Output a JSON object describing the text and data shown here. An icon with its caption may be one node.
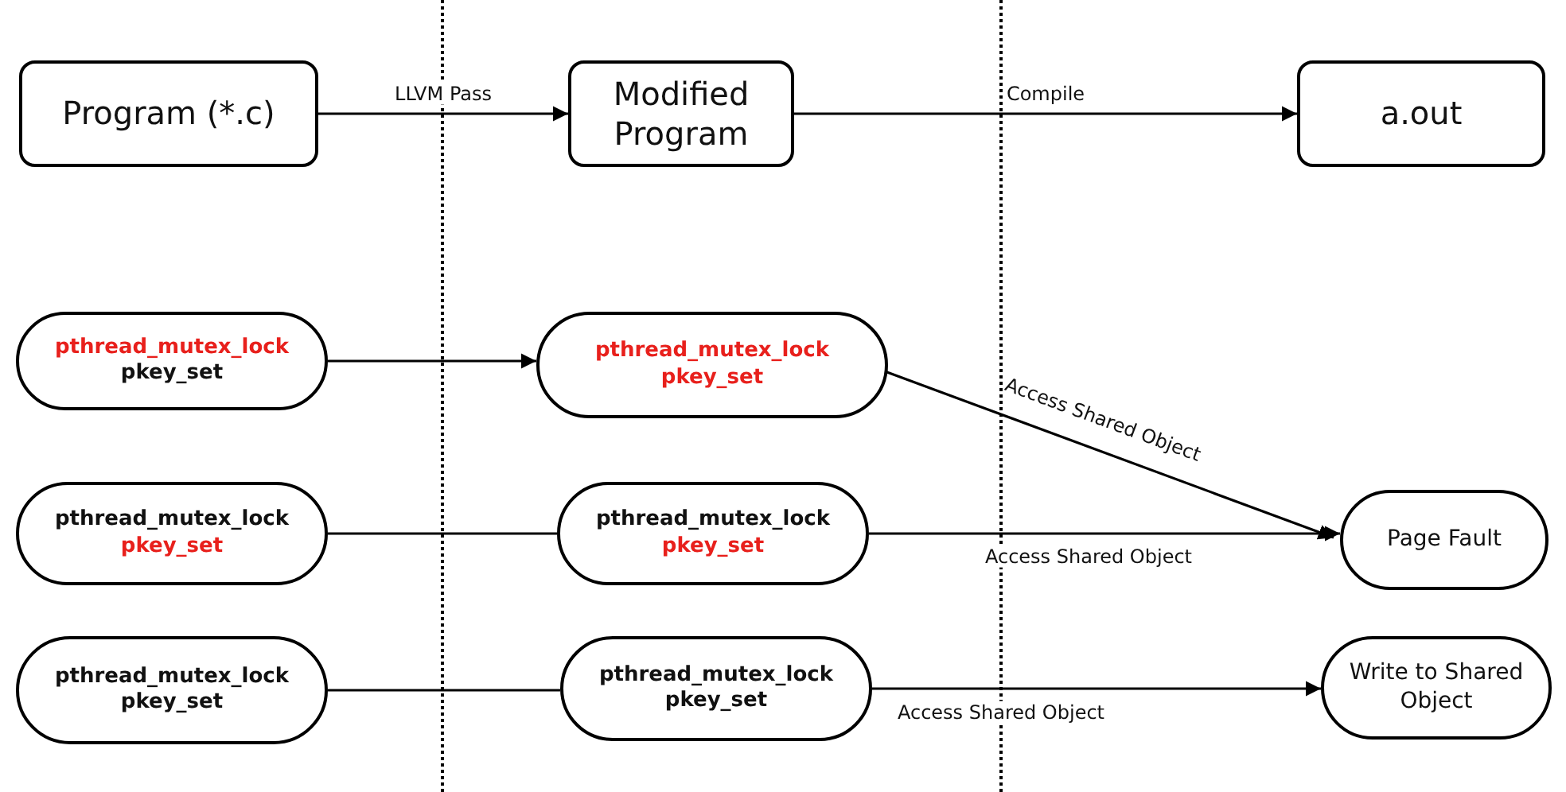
{
  "diagram": {
    "nodes": [
      {
        "text": [
          "Program (*.c)"
        ]
      },
      {
        "text": [
          "Modified Program"
        ]
      },
      {
        "text": [
          "a.out"
        ]
      },
      {
        "text": [
          "pthread_mutex_lock",
          "pkey_set"
        ]
      },
      {
        "text": [
          "pthread_mutex_lock",
          "pkey_set"
        ]
      },
      {
        "text": [
          "pthread_mutex_lock",
          "pkey_set"
        ]
      },
      {
        "text": [
          "pthread_mutex_lock",
          "pkey_set"
        ]
      },
      {
        "text": [
          "Page Fault"
        ]
      },
      {
        "text": [
          "pthread_mutex_lock",
          "pkey_set"
        ]
      },
      {
        "text": [
          "pthread_mutex_lock",
          "pkey_set"
        ]
      },
      {
        "text": [
          "Write to Shared Object"
        ]
      }
    ],
    "edges": [
      {
        "from": 0,
        "to": 1,
        "arrow": "to",
        "label": "LLVM Pass"
      },
      {
        "from": 1,
        "to": 2,
        "arrow": "to",
        "label": "Compile"
      },
      {
        "from": 3,
        "to": 4,
        "arrow": "to"
      },
      {
        "from": 4,
        "to": 7,
        "arrow": "to",
        "label": "Access Shared Object"
      },
      {
        "from": 5,
        "to": 6,
        "arrow": "none"
      },
      {
        "from": 6,
        "to": 7,
        "arrow": "to",
        "label": "Access Shared Object"
      },
      {
        "from": 8,
        "to": 9,
        "arrow": "none"
      },
      {
        "from": 9,
        "to": 10,
        "arrow": "to",
        "label": "Access Shared Object"
      }
    ]
  }
}
